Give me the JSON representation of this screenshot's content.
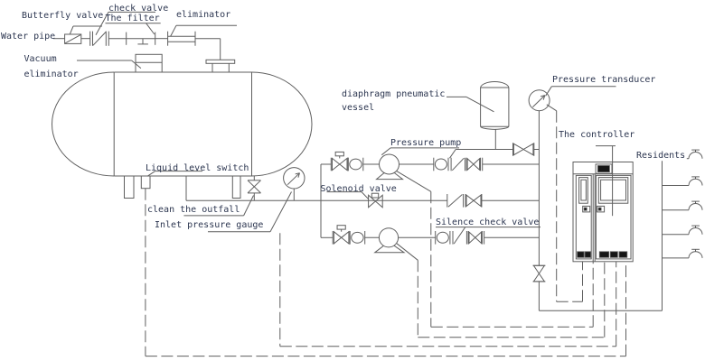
{
  "title": "Water supply pressure pump system schematic",
  "colors": {
    "line": "#5f5f5f",
    "text": "#2c3650",
    "dark": "#161616",
    "background": "#ffffff"
  },
  "labels": {
    "water_pipe": "Water pipe",
    "butterfly_valve": "Butterfly valve",
    "check_valve": "check valve",
    "the_filter": "The filter",
    "eliminator": "eliminator",
    "vacuum_eliminator": [
      "Vacuum",
      "eliminator"
    ],
    "liquid_level_switch": "Liquid level switch",
    "clean_the_outfall": "clean the outfall",
    "inlet_pressure_gauge": "Inlet pressure gauge",
    "solenoid_valve": "Solenoid valve",
    "pressure_pump": "Pressure pump",
    "diaphragm_vessel": [
      "diaphragm pneumatic",
      "vessel"
    ],
    "silence_check_valve": "Silence check valve",
    "pressure_transducer": "Pressure transducer",
    "the_controller": "The controller",
    "residents": "Residents"
  }
}
